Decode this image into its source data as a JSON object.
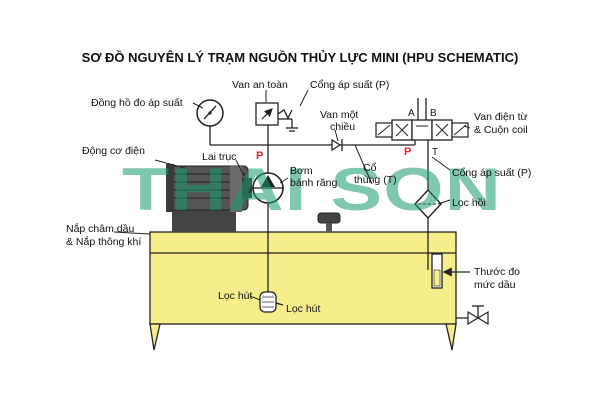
{
  "title": "SƠ ĐỒ NGUYÊN LÝ TRẠM NGUỒN THỦY LỰC MINI (HPU SCHEMATIC)",
  "watermark": "THAI SON",
  "labels": {
    "pressure_gauge": "Đồng hồ đo áp suất",
    "relief_valve": "Van an toàn",
    "pressure_port_top": "Cổng áp suất (P)",
    "check_valve_line1": "Van một",
    "check_valve_line2": "chiều",
    "solenoid_valve_line1": "Van điện từ",
    "solenoid_valve_line2": "& Cuộn coil",
    "electric_motor": "Động cơ điện",
    "coupling": "Lai trục",
    "gear_pump_line1": "Bơm",
    "gear_pump_line2": "bánh răng",
    "tank_port_line1": "Cổ",
    "tank_port_line2": "thùng (T)",
    "pressure_port_right": "Cổng áp suất (P)",
    "return_filter": "Lọc hồi",
    "filler_cap_line1": "Nắp châm dầu",
    "filler_cap_line2": "& Nắp thông khí",
    "level_gauge_line1": "Thước đo",
    "level_gauge_line2": "mức dầu",
    "suction_filter_left": "Lọc hút",
    "suction_filter_right": "Lọc hút"
  },
  "port_marks": {
    "p_pump": "P",
    "p_valve": "P",
    "t_valve": "T",
    "a": "A",
    "b": "B"
  },
  "colors": {
    "oil": "#f7ed8a",
    "tank_line": "#222222",
    "accent_red": "#e0262b",
    "watermark": "#1a9a6e"
  }
}
